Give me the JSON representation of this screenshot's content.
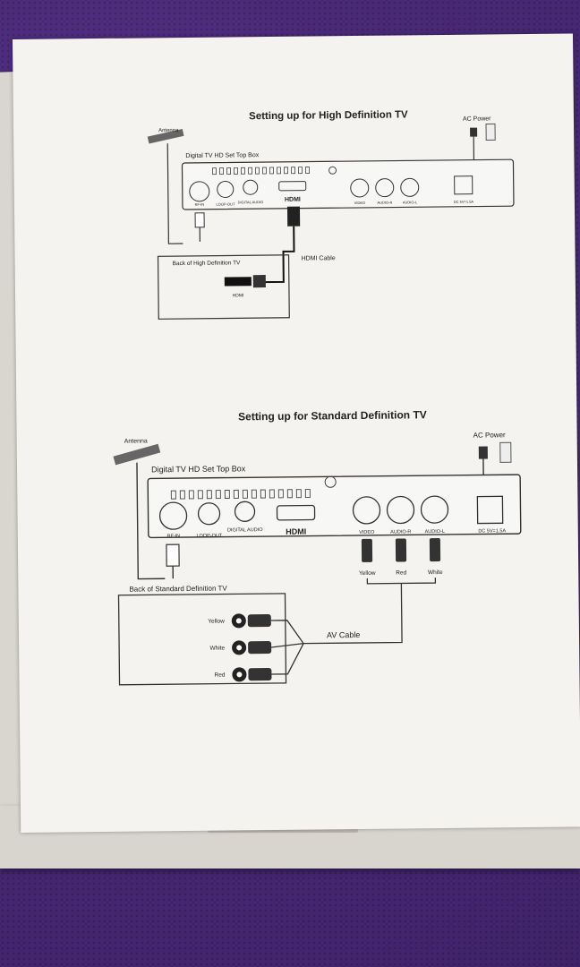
{
  "hd": {
    "title": "Setting up for High Definition TV",
    "antenna": "Antenna",
    "box_label": "Digital TV HD Set Top Box",
    "ac_power": "AC Power",
    "ports": [
      "RF-IN",
      "LOOP-OUT",
      "DIGITAL AUDIO",
      "VIDEO",
      "AUDIO-R",
      "AUDIO-L",
      "DC 5V=1.5A"
    ],
    "hdmi_logo": "HDMI",
    "tv_label": "Back of High Definition TV",
    "tv_port": "HDMI",
    "cable_label": "HDMI Cable"
  },
  "sd": {
    "title": "Setting up for Standard Definition TV",
    "antenna": "Antenna",
    "box_label": "Digital TV HD Set Top Box",
    "ac_power": "AC Power",
    "ports": [
      "RF-IN",
      "LOOP-OUT",
      "DIGITAL AUDIO",
      "VIDEO",
      "AUDIO-R",
      "AUDIO-L",
      "DC 5V=1.5A"
    ],
    "hdmi_logo": "HDMI",
    "plug_colors": [
      "Yellow",
      "Red",
      "White"
    ],
    "tv_label": "Back of Standard Definition TV",
    "tv_jacks": [
      "Yellow",
      "White",
      "Red"
    ],
    "cable_label": "AV Cable"
  }
}
